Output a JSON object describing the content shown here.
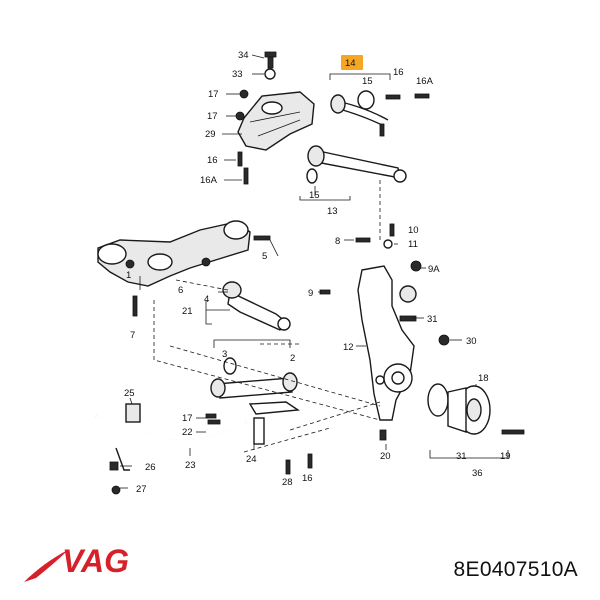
{
  "brand": {
    "logo_text": "VAG",
    "logo_color": "#d6202a"
  },
  "part_number": "8E0407510A",
  "highlight_color": "#f5a623",
  "callouts": {
    "c34": "34",
    "c33": "33",
    "c17a": "17",
    "c17b": "17",
    "c29": "29",
    "c16a": "16",
    "c16A_a": "16A",
    "c14": "14",
    "c15a": "15",
    "c16b": "16",
    "c16A_b": "16A",
    "c15b": "15",
    "c13": "13",
    "c5": "5",
    "c10": "10",
    "c8": "8",
    "c11": "11",
    "c9A": "9A",
    "c1": "1",
    "c6": "6",
    "c7": "7",
    "c4": "4",
    "c21": "21",
    "c9": "9",
    "c31": "31",
    "c30": "30",
    "c12": "12",
    "c2": "2",
    "c3": "3",
    "c18": "18",
    "c25": "25",
    "c17c": "17",
    "c22": "22",
    "c20": "20",
    "c26": "26",
    "c24": "24",
    "c23": "23",
    "c28": "28",
    "c16c": "16",
    "c27": "27",
    "c31b": "31",
    "c19": "19",
    "c36": "36"
  }
}
